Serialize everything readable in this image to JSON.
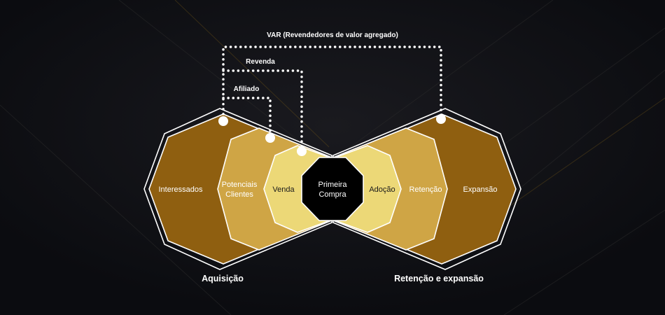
{
  "routes": {
    "var": "VAR (Revendedores de valor agregado)",
    "revenda": "Revenda",
    "afiliado": "Afiliado"
  },
  "stages": {
    "interessados": "Interessados",
    "potenciais_line1": "Potenciais",
    "potenciais_line2": "Clientes",
    "venda": "Venda",
    "primeira_line1": "Primeira",
    "primeira_line2": "Compra",
    "adocao": "Adoção",
    "retencao": "Retenção",
    "expansao": "Expansão"
  },
  "captions": {
    "left": "Aquisição",
    "right": "Retenção e expansão"
  },
  "colors": {
    "outer": "#8f5f10",
    "middle": "#cfa545",
    "inner": "#ecd877",
    "center": "#000000",
    "background": "#0d0e12",
    "text": "#ffffff"
  }
}
